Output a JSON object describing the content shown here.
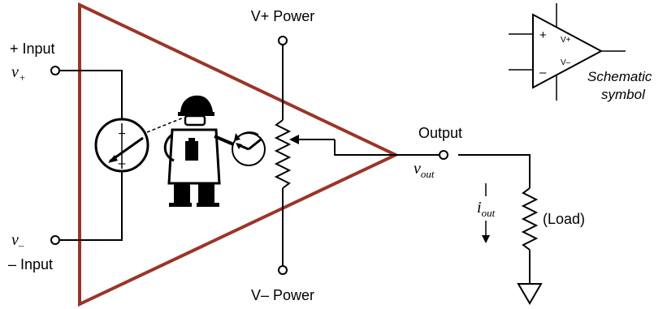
{
  "labels": {
    "plus_input": "+ Input",
    "minus_input": "– Input",
    "v_plus_power": "V+ Power",
    "v_minus_power": "V– Power",
    "output": "Output",
    "load": "(Load)",
    "schematic_line1": "Schematic",
    "schematic_line2": "symbol"
  },
  "math": {
    "v_plus": {
      "base": "v",
      "sub": "+"
    },
    "v_minus": {
      "base": "v",
      "sub": "–"
    },
    "v_out": {
      "base": "v",
      "sub": "out"
    },
    "i_out": {
      "base": "i",
      "sub": "out"
    }
  },
  "symbol": {
    "in_plus": "+",
    "in_minus": "–",
    "rail_plus": "V+",
    "rail_minus": "V–"
  },
  "meter": {
    "plus": "+",
    "minus": "–"
  },
  "colors": {
    "triangle": "#9b3527",
    "wire": "#000000"
  },
  "icons": {
    "operator": "worker-with-clipboard-icon",
    "knob": "rotate-knob-icon"
  }
}
